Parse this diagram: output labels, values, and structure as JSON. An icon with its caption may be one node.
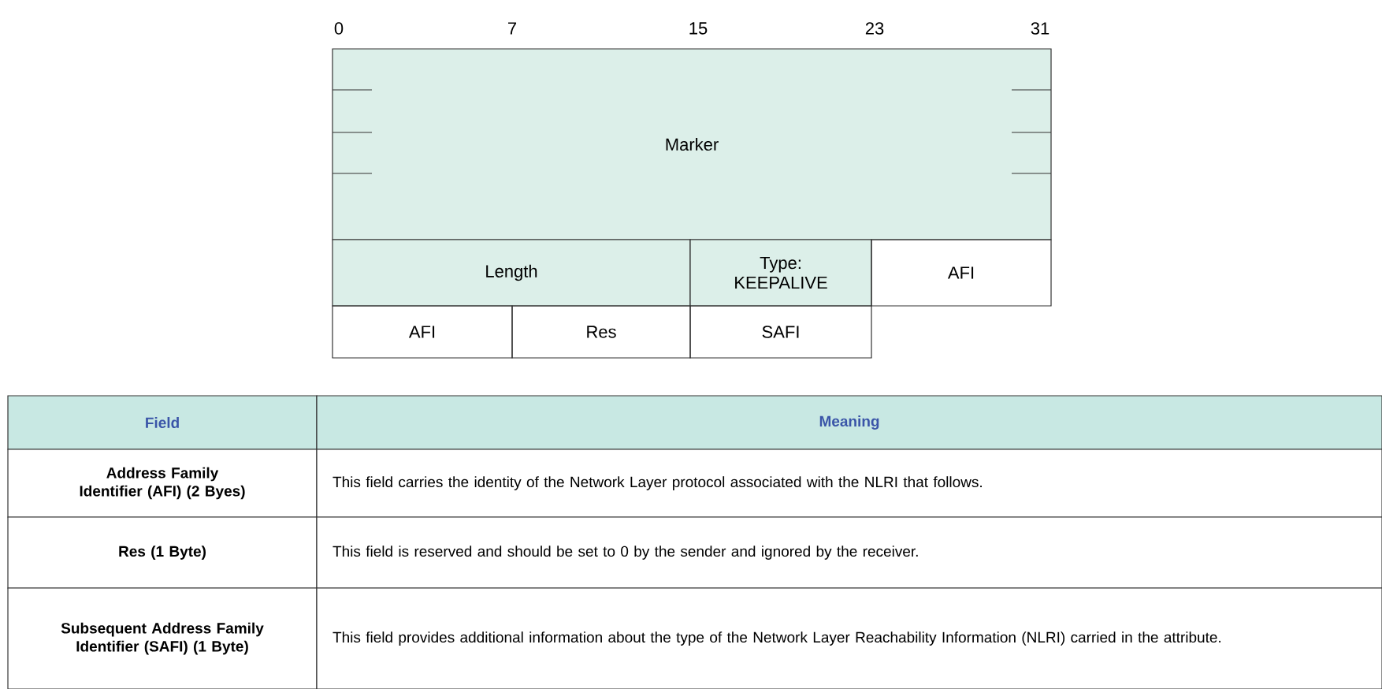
{
  "diagram": {
    "nodes": [
      {
        "text": [
          "Marker"
        ]
      },
      {
        "text": [
          "Length"
        ]
      },
      {
        "text": [
          "Type: KEEPALIVE"
        ]
      },
      {
        "text": [
          "AFI"
        ]
      },
      {
        "text": [
          "AFI"
        ]
      },
      {
        "text": [
          "Res"
        ]
      },
      {
        "text": [
          "SAFI"
        ]
      }
    ],
    "labels": [
      "0",
      "7",
      "15",
      "23",
      "31",
      "Field",
      "Meaning",
      "Address Family Identifier (AFI) (2 Byes)",
      "This field carries the identity of the Network Layer protocol associated with the NLRI that follows.",
      "Res (1 Byte)",
      "This field is reserved and should be set to 0 by the sender and ignored by the receiver.",
      "Subsequent Address Family Identifier (SAFI) (1 Byte)",
      "This field provides additional information about the type of the Network Layer Reachability Information (NLRI) carried in the attribute."
    ]
  }
}
